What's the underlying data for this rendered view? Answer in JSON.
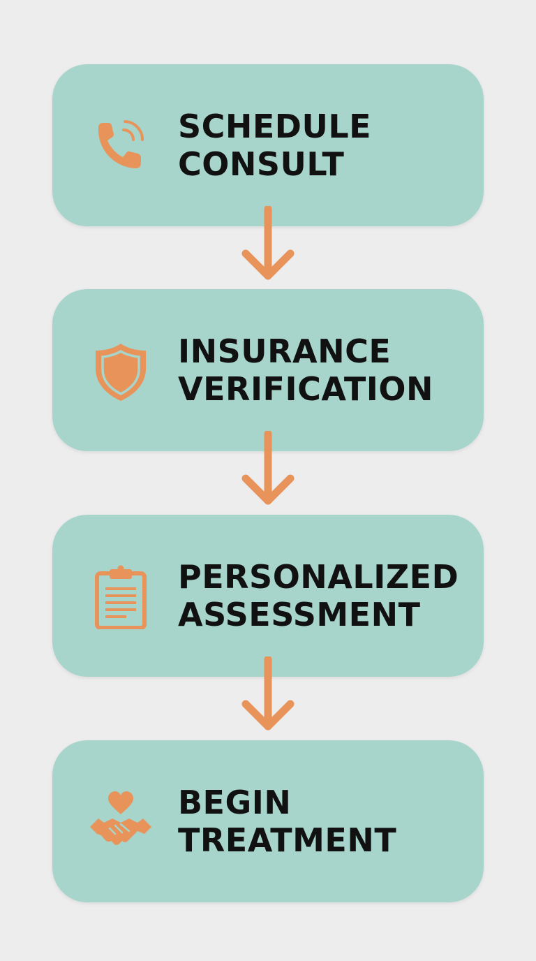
{
  "accent_color": "#e8935a",
  "box_color": "#a7d5cc",
  "steps": [
    {
      "icon": "phone-icon",
      "line1": "SCHEDULE",
      "line2": "CONSULT"
    },
    {
      "icon": "shield-icon",
      "line1": "INSURANCE",
      "line2": "VERIFICATION"
    },
    {
      "icon": "clipboard-icon",
      "line1": "PERSONALIZED",
      "line2": "ASSESSMENT"
    },
    {
      "icon": "handshake-heart-icon",
      "line1": "BEGIN",
      "line2": "TREATMENT"
    }
  ]
}
